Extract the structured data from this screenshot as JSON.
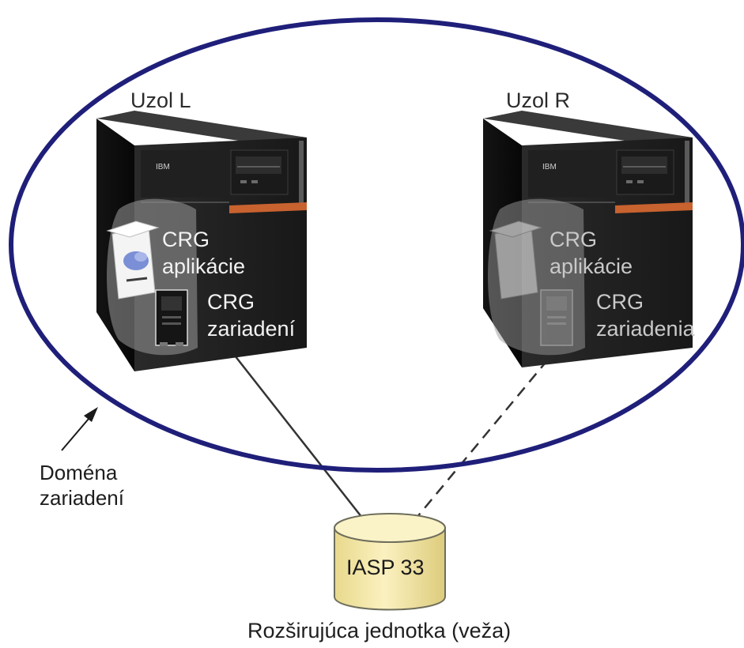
{
  "colors": {
    "domain_ellipse": "#1f1f7a",
    "server_body": "#1e1e1e",
    "server_side": "#0e0e0e",
    "accent_stripe": "#c8622f",
    "disk_fill": "#f3e6a6",
    "disk_stroke": "#6e6e5c",
    "connection_line": "#333333"
  },
  "node_left": {
    "title": "Uzol L",
    "crg_app_line1": "CRG",
    "crg_app_line2": "aplikácie",
    "crg_dev_line1": "CRG",
    "crg_dev_line2": "zariadení"
  },
  "node_right": {
    "title": "Uzol R",
    "crg_app_line1": "CRG",
    "crg_app_line2": "aplikácie",
    "crg_dev_line1": "CRG",
    "crg_dev_line2": "zariadenia"
  },
  "domain_label": {
    "line1": "Doména",
    "line2": "zariadení"
  },
  "disk": {
    "label": "IASP 33"
  },
  "caption": "Rozširujúca jednotka (veža)",
  "icons": [
    "server-icon",
    "application-box-icon",
    "device-tower-icon",
    "disk-cylinder-icon",
    "arrow-icon"
  ]
}
